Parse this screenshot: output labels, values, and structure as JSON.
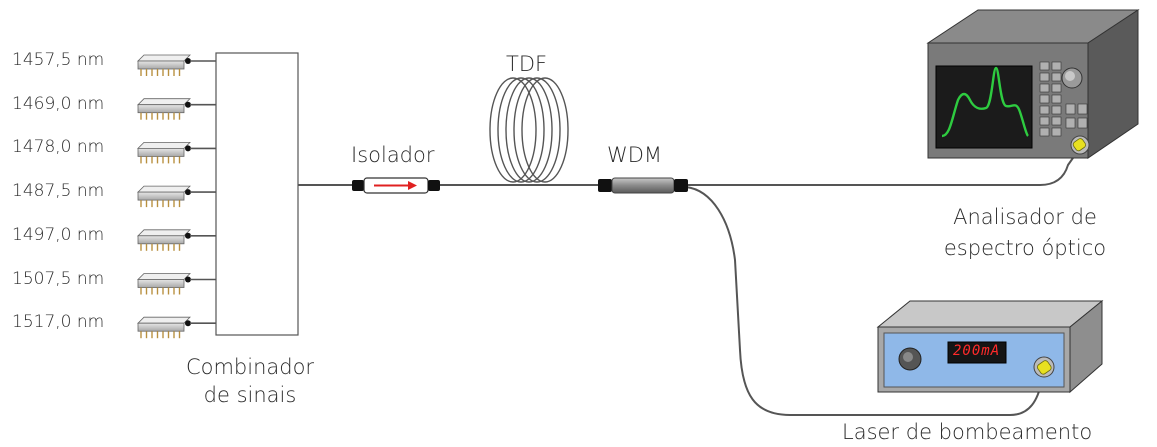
{
  "sources": {
    "wavelengths": [
      "1457,5 nm",
      "1469,0 nm",
      "1478,0 nm",
      "1487,5 nm",
      "1497,0 nm",
      "1507,5 nm",
      "1517,0 nm"
    ]
  },
  "combiner": {
    "label_line1": "Combinador",
    "label_line2": "de sinais"
  },
  "isolator": {
    "label": "Isolador"
  },
  "fiber": {
    "label": "TDF"
  },
  "wdm": {
    "label": "WDM"
  },
  "osa": {
    "label_line1": "Analisador de",
    "label_line2": "espectro óptico"
  },
  "pump": {
    "label": "Laser de bombeamento",
    "display": "200mA"
  },
  "colors": {
    "fiber": "#555555",
    "osa_body": "#6a6a6a",
    "osa_trace": "#2ecc40",
    "pump_panel": "#8fb8e8",
    "connector": "#e8e020",
    "isolator_arrow": "#e02020"
  }
}
